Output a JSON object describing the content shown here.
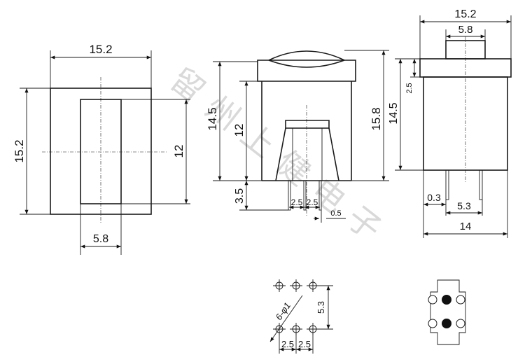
{
  "front_view": {
    "width": "15.2",
    "height": "15.2",
    "window_height": "12",
    "window_width": "5.8"
  },
  "side_view": {
    "height_total": "14.5",
    "height_body": "12",
    "height_overall": "15.8",
    "pin_length": "3.5",
    "pitch_a": "2.5",
    "pitch_b": "2.5",
    "pin_thickness": "0.5"
  },
  "right_view": {
    "width": "15.2",
    "cap_width": "5.8",
    "height": "14.5",
    "cap_height": "2.5",
    "pin_offset": "0.3",
    "pin_spacing": "5.3",
    "base_width": "14"
  },
  "pcb_layout": {
    "hole_spec": "6-φ1",
    "row_spacing": "5.3",
    "pitch_a": "2.5",
    "pitch_b": "2.5"
  },
  "watermark": "留州上健电子",
  "colors": {
    "line": "#1a1a1a",
    "watermark": "#c9c9c9"
  }
}
